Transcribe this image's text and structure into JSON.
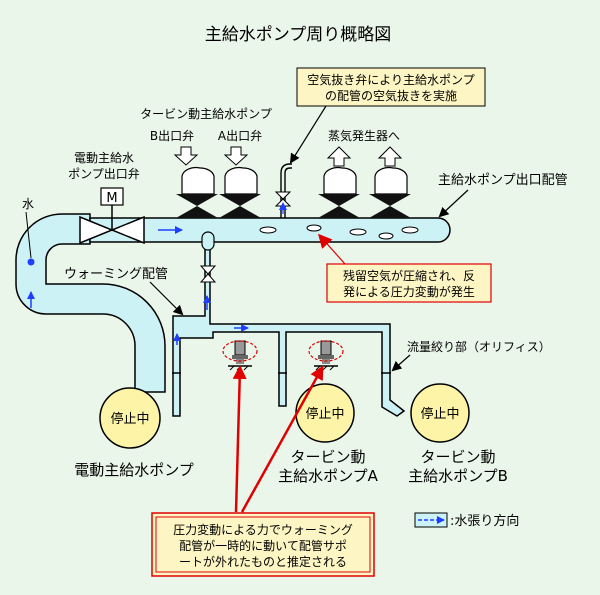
{
  "title": "主給水ポンプ周り概略図",
  "callouts": {
    "air_vent_line1": "空気抜き弁により主給水ポンプ",
    "air_vent_line2": "の配管の空気抜きを実施",
    "residual_air_line1": "残留空気が圧縮され、反",
    "residual_air_line2": "発による圧力変動が発生",
    "conclusion_line1": "圧力変動による力でウォーミング",
    "conclusion_line2": "配管が一時的に動いて配管サポ",
    "conclusion_line3": "ートが外れたものと推定される"
  },
  "labels": {
    "turbine_pump_group": "タービン動主給水ポンプ",
    "b_outlet_valve": "B出口弁",
    "a_outlet_valve": "A出口弁",
    "steam_generator": "蒸気発生器へ",
    "motor_outlet_valve_line1": "電動主給水",
    "motor_outlet_valve_line2": "ポンプ出口弁",
    "motor_symbol": "M",
    "water": "水",
    "warming_pipe": "ウォーミング配管",
    "discharge_header": "主給水ポンプ出口配管",
    "orifice": "流量絞り部（オリフィス）",
    "motor_pump_name": "電動主給水ポンプ",
    "turbine_pump_a_line1": "タービン動",
    "turbine_pump_a_line2": "主給水ポンプA",
    "turbine_pump_b_line1": "タービン動",
    "turbine_pump_b_line2": "主給水ポンプB",
    "legend_label": ":水張り方向"
  },
  "pumps": [
    {
      "status": "停止中"
    },
    {
      "status": "停止中"
    },
    {
      "status": "停止中"
    }
  ],
  "colors": {
    "background": "#eaf6ea",
    "pipe_fill": "#ccf2f5",
    "pump_fill": "#fdf4a8",
    "callout_fill": "#fdf6c4",
    "alert_red": "#e00000",
    "flow_arrow": "#1f3fff"
  }
}
